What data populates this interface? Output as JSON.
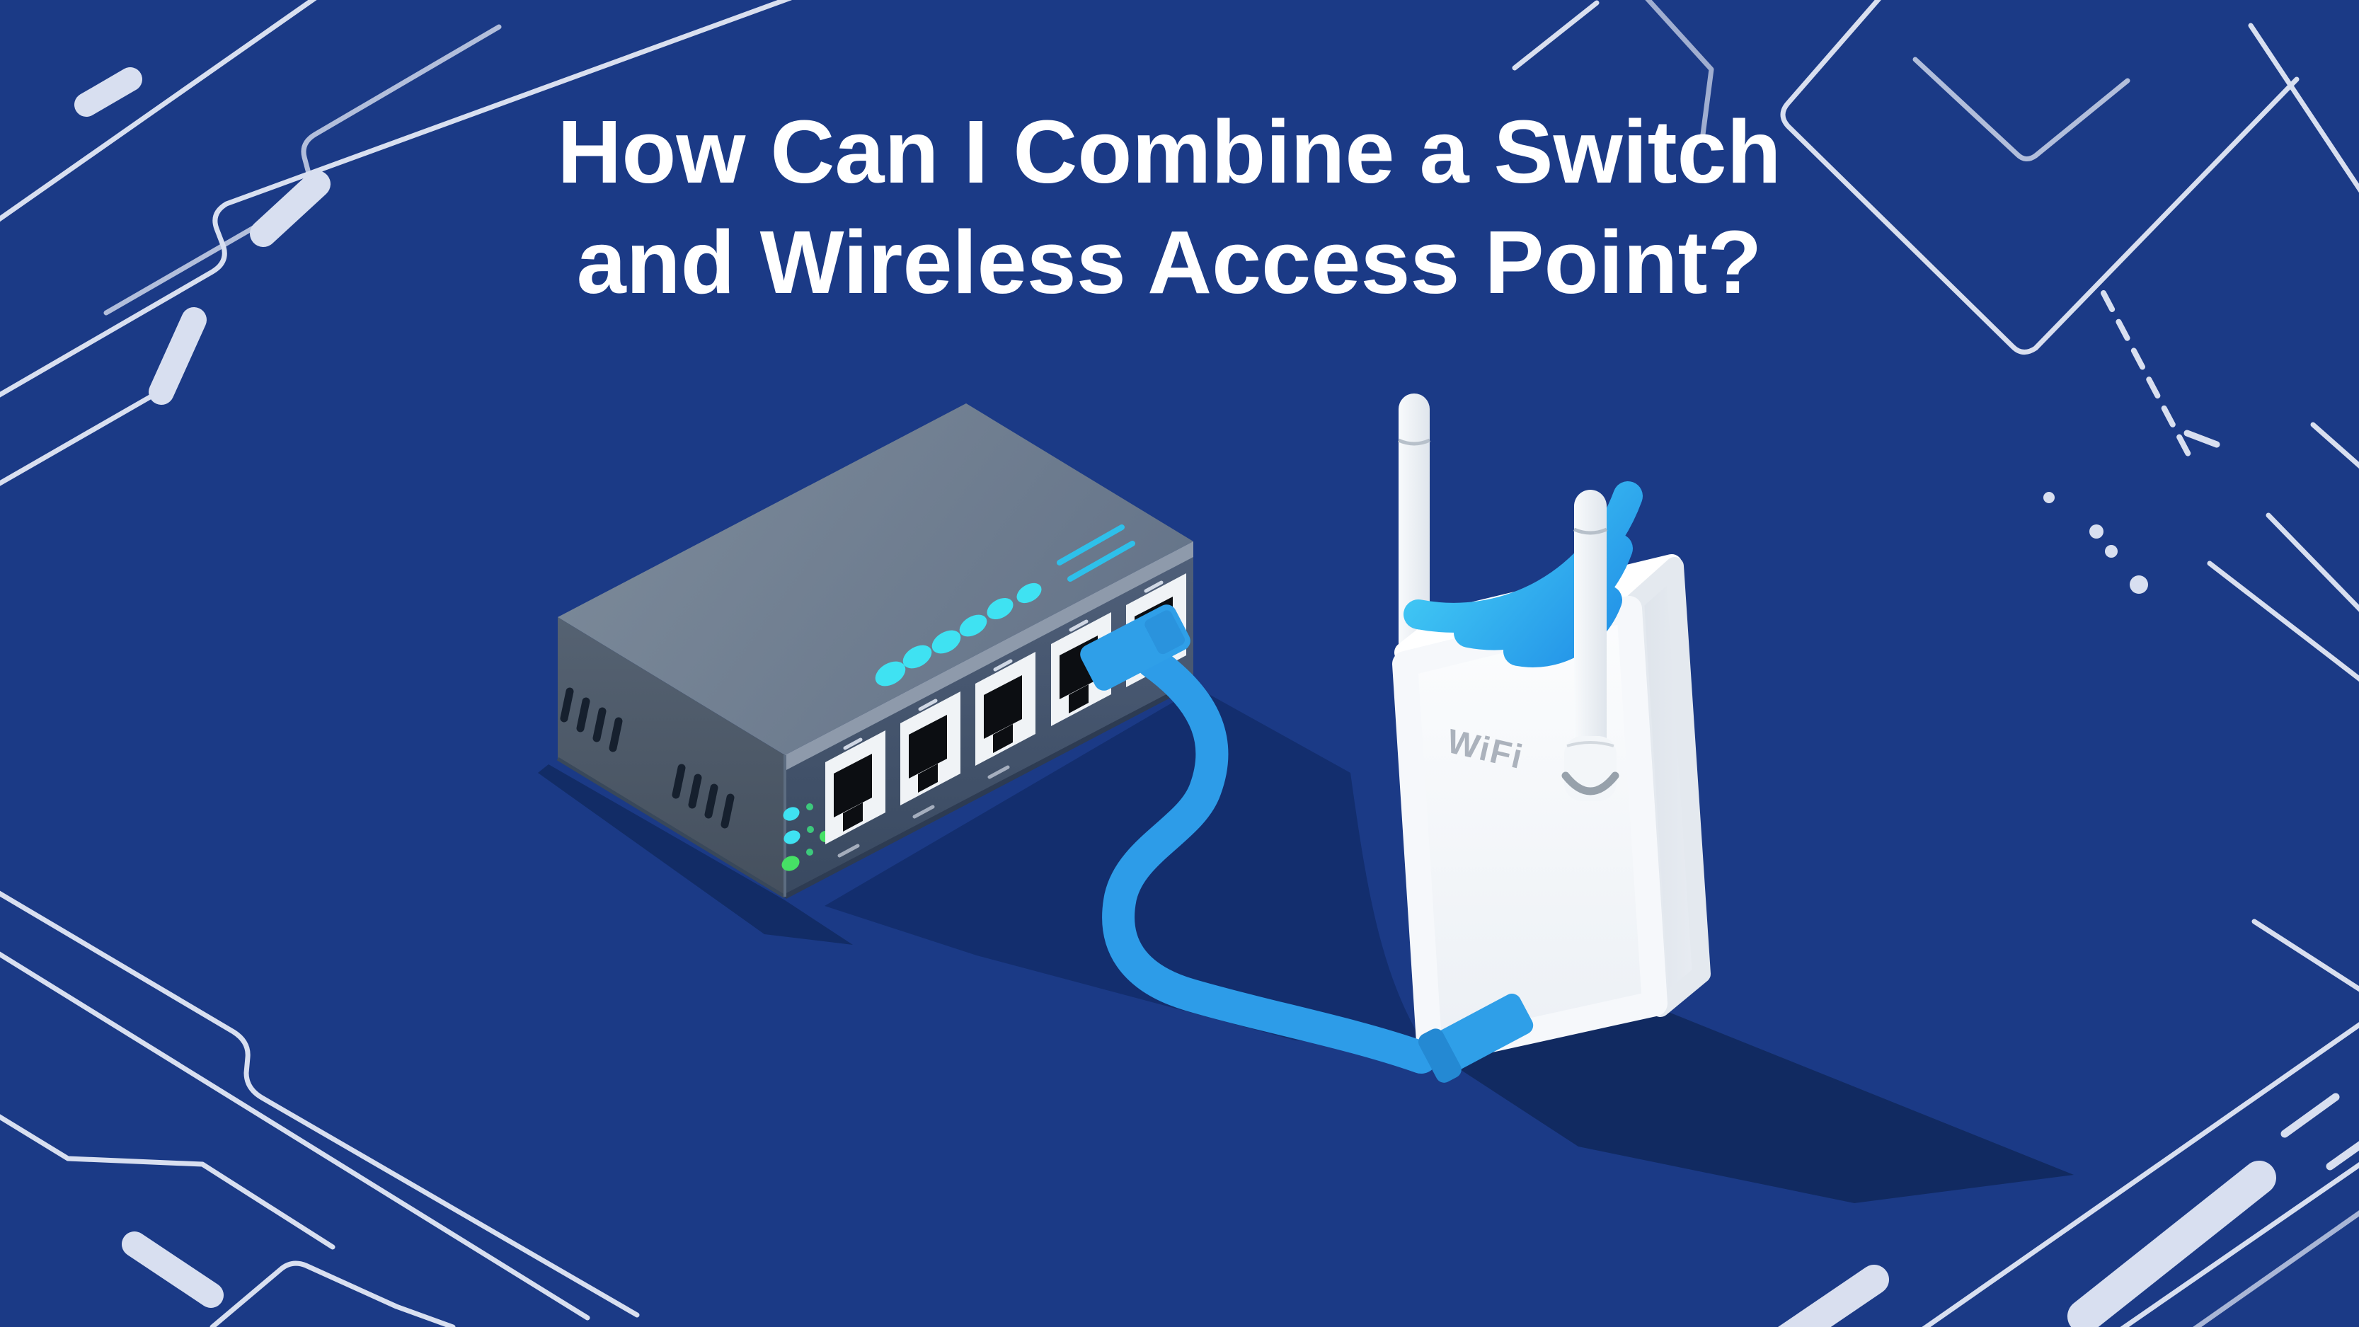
{
  "meta": {
    "type": "illustration-banner",
    "topic": "networking how-to"
  },
  "title": {
    "line1": "How Can I Combine a Switch",
    "line2": "and Wireless Access Point?",
    "color": "#ffffff"
  },
  "illustration": {
    "background_color": "#1b3a86",
    "circuit_trace_color": "#e9eef9",
    "shadow_color": "#122c66",
    "switch": {
      "name": "5-port network switch",
      "port_count": 5,
      "connected_port": 5,
      "top_led_count": 6,
      "top_led_color": "#3fe2f2",
      "side_led_colors": [
        "#3fe2f2",
        "#3fe2f2",
        "#46e065"
      ],
      "logo_stripe_color": "#2ec0ea",
      "body_colors": {
        "top": "#73818f",
        "front": "#46566c",
        "side": "#4e5c6c"
      }
    },
    "access_point": {
      "name": "wireless access point",
      "label": "WiFi",
      "body_color": "#f7fafc",
      "antenna_count": 2,
      "button_color": "#d8dde4",
      "wifi_icon_color_top": "#49d7f8",
      "wifi_icon_color_bottom": "#1d88e5"
    },
    "cable": {
      "name": "ethernet patch cable",
      "color": "#2d9ce8"
    }
  }
}
